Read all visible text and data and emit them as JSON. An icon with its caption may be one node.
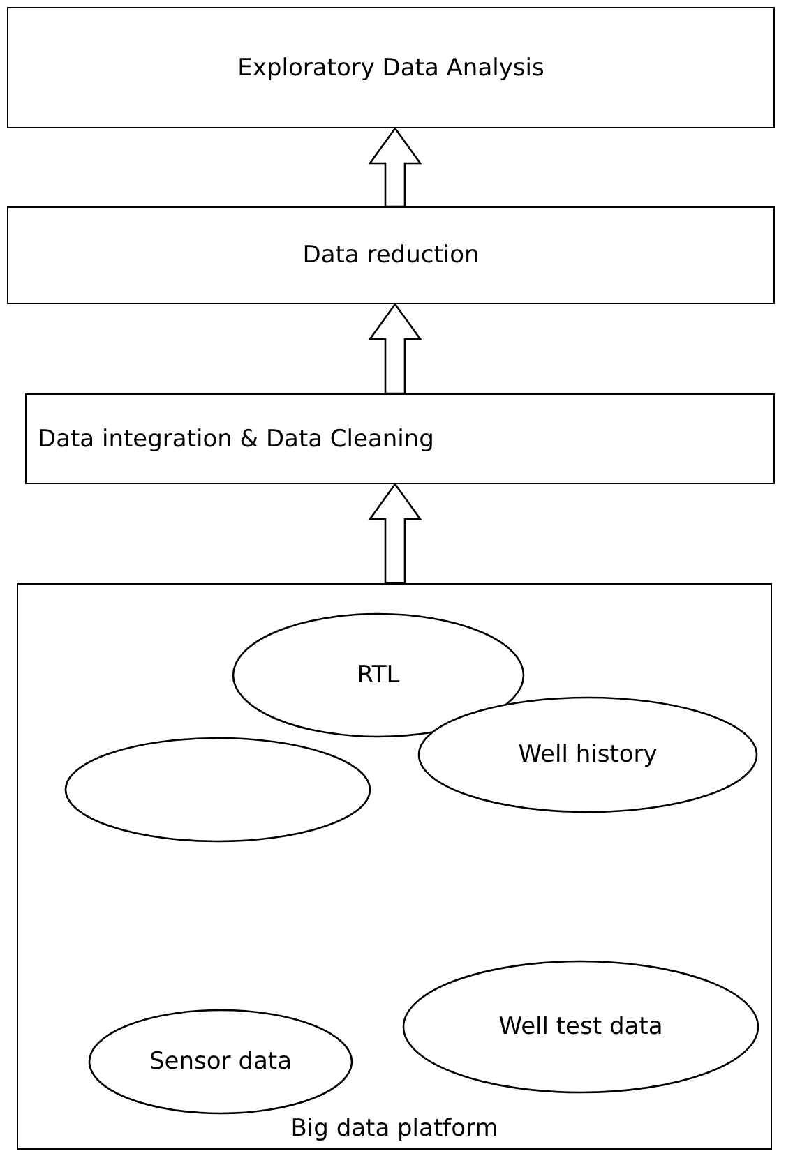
{
  "diagram": {
    "nodes": [
      {
        "text": [
          "Exploratory Data Analysis"
        ]
      },
      {
        "text": [
          "Data reduction"
        ]
      },
      {
        "text": [
          "Data integration & Data Cleaning"
        ]
      },
      {
        "text": [
          "Big data platform"
        ]
      },
      {
        "text": [
          "RTL"
        ],
        "in": 3
      },
      {
        "text": [],
        "shape": "ellipse",
        "in": 3
      },
      {
        "text": [
          "Well history"
        ],
        "in": 3
      },
      {
        "text": [
          "Sensor data"
        ],
        "in": 3
      },
      {
        "text": [
          "Well test data"
        ],
        "in": 3
      }
    ],
    "edges": [
      {
        "from": 3,
        "to": 2,
        "arrow": "to"
      },
      {
        "from": 2,
        "to": 1,
        "arrow": "to"
      },
      {
        "from": 1,
        "to": 0,
        "arrow": "to"
      }
    ]
  }
}
